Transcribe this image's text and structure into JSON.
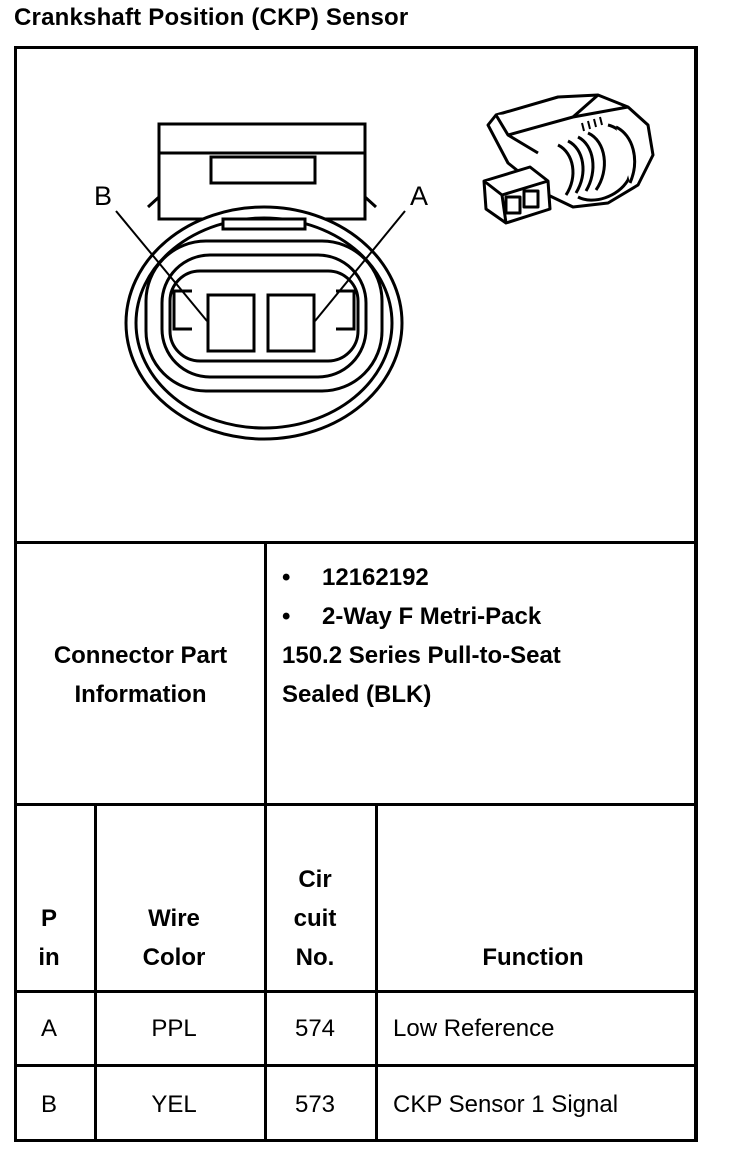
{
  "title": "Crankshaft Position (CKP) Sensor",
  "diagram": {
    "label_b": "B",
    "label_a": "A",
    "connector_face_icon": "connector-face-drawing",
    "connector_iso_icon": "connector-isometric-drawing"
  },
  "part_info": {
    "label_line1": "Connector Part",
    "label_line2": "Information",
    "bullets": [
      "12162192",
      "2-Way F Metri-Pack"
    ],
    "bullet_char": "•",
    "continuation": [
      "150.2 Series Pull-to-Seat",
      "Sealed (BLK)"
    ]
  },
  "table": {
    "headers": {
      "pin": [
        "P",
        "in"
      ],
      "wire": [
        "Wire",
        "Color"
      ],
      "circuit": [
        "Cir",
        "cuit",
        "No."
      ],
      "function": "Function"
    },
    "rows": [
      {
        "pin": "A",
        "wire": "PPL",
        "circuit": "574",
        "function": "Low Reference"
      },
      {
        "pin": "B",
        "wire": "YEL",
        "circuit": "573",
        "function": "CKP Sensor 1 Signal"
      }
    ]
  }
}
